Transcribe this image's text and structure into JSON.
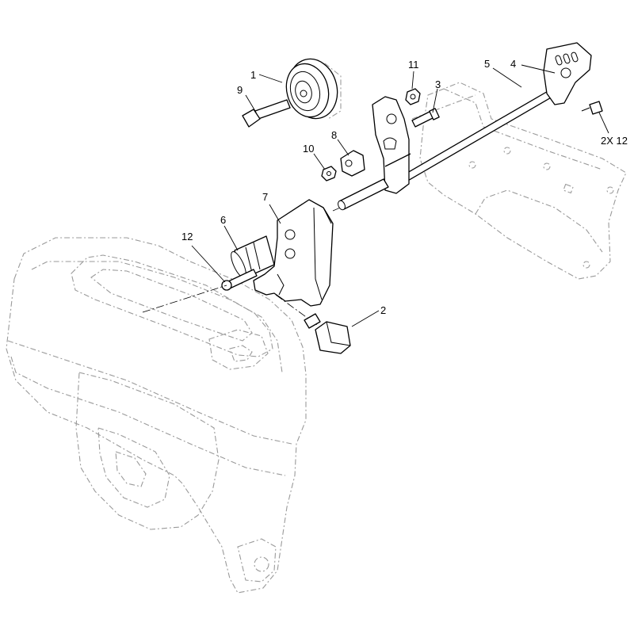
{
  "callouts": {
    "c1": "1",
    "c2": "2",
    "c3": "3",
    "c4": "4",
    "c5": "5",
    "c6": "6",
    "c7": "7",
    "c8": "8",
    "c9": "9",
    "c10": "10",
    "c11": "11",
    "c12": "12",
    "c12x2": "2X 12"
  },
  "colors": {
    "part_stroke": "#000000",
    "ghost_stroke": "#9a9a9a",
    "background": "#ffffff"
  }
}
